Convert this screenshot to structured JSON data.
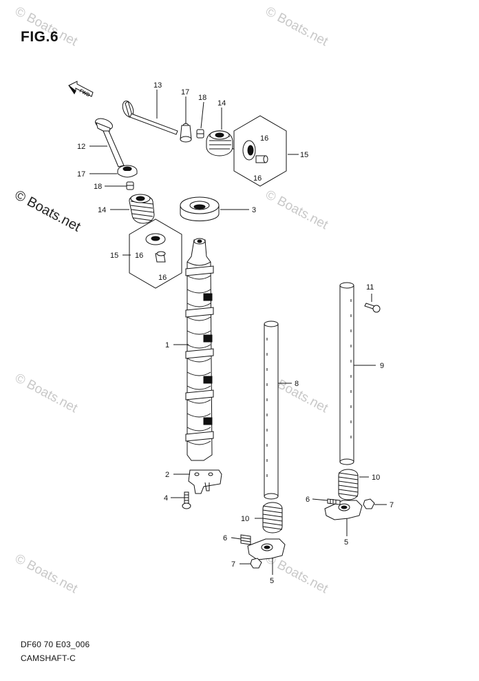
{
  "figure": {
    "title": "FIG.6",
    "fwd_label": "FWD",
    "watermark": "© Boats.net",
    "drawing_code": "DF60 70 E03_006",
    "group_name": "CAMSHAFT-C"
  },
  "callouts": {
    "c1": "1",
    "c2": "2",
    "c3": "3",
    "c4": "4",
    "c5a": "5",
    "c5b": "5",
    "c6a": "6",
    "c6b": "6",
    "c7a": "7",
    "c7b": "7",
    "c8": "8",
    "c9": "9",
    "c10a": "10",
    "c10b": "10",
    "c11": "11",
    "c12": "12",
    "c13": "13",
    "c14a": "14",
    "c14b": "14",
    "c15a": "15",
    "c15b": "15",
    "c16a": "16",
    "c16b": "16",
    "c16c": "16",
    "c16d": "16",
    "c17a": "17",
    "c17b": "17",
    "c18a": "18",
    "c18b": "18"
  },
  "colors": {
    "line": "#111111",
    "watermark": "#c8c8c8"
  }
}
